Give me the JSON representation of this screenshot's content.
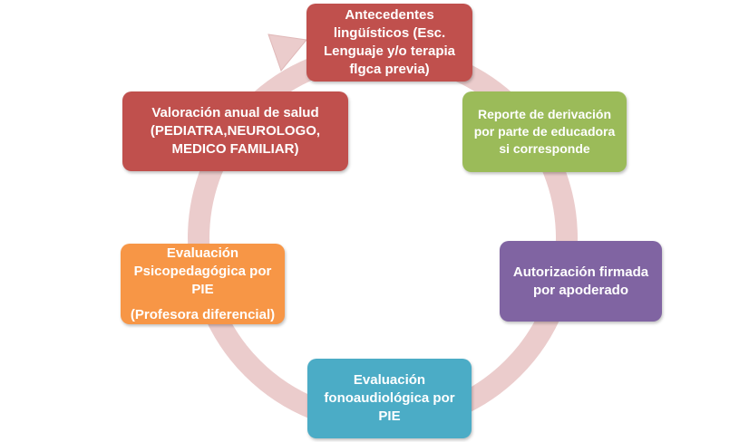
{
  "colors": {
    "ring": "#ebcccc",
    "ring_edge": "#e0b8b8",
    "red": "#c0504d",
    "green": "#9bbb59",
    "purple": "#8064a2",
    "teal": "#4bacc6",
    "orange": "#f79646"
  },
  "steps": [
    {
      "id": "antecedentes",
      "color": "red",
      "lines": [
        "Antecedentes",
        "lingüísticos (Esc.",
        "Lenguaje y/o terapia",
        "flgca previa)"
      ]
    },
    {
      "id": "reporte",
      "color": "green",
      "lines": [
        "Reporte de derivación",
        "por parte de educadora",
        "si corresponde"
      ]
    },
    {
      "id": "autorizacion",
      "color": "purple",
      "lines": [
        "Autorización firmada",
        "por apoderado"
      ]
    },
    {
      "id": "fono",
      "color": "teal",
      "lines": [
        "Evaluación",
        "fonoaudiológica por",
        "PIE"
      ]
    },
    {
      "id": "psico",
      "color": "orange",
      "lines": [
        "Evaluación",
        "Psicopedagógica por",
        "PIE"
      ],
      "note": "(Profesora diferencial)"
    },
    {
      "id": "valoracion",
      "color": "red",
      "lines": [
        "Valoración anual de salud",
        "(PEDIATRA,NEUROLOGO,",
        "MEDICO FAMILIAR)"
      ]
    }
  ]
}
